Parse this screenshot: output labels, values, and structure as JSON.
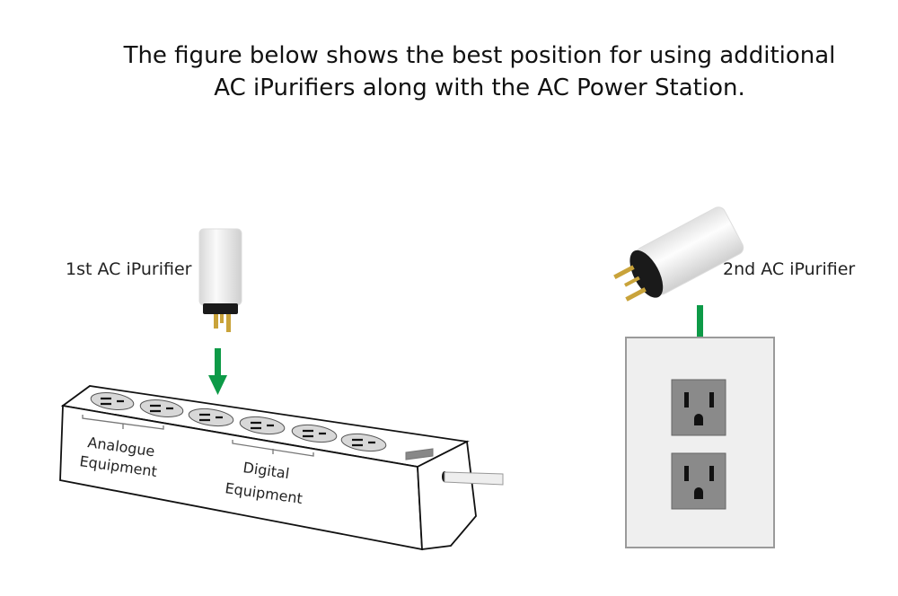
{
  "title": {
    "line1": "The figure below shows the best position for using additional",
    "line2": "AC iPurifiers along with the AC Power Station."
  },
  "labels": {
    "first": "1st AC iPurifier",
    "second": "2nd AC iPurifier",
    "analogue_1": "Analogue",
    "analogue_2": "Equipment",
    "digital_1": "Digital",
    "digital_2": "Equipment"
  },
  "colors": {
    "arrow": "#0d9a47",
    "outlet_wall": "#8a8a8a",
    "plate": "#efefef",
    "prong": "#c9a33a"
  }
}
